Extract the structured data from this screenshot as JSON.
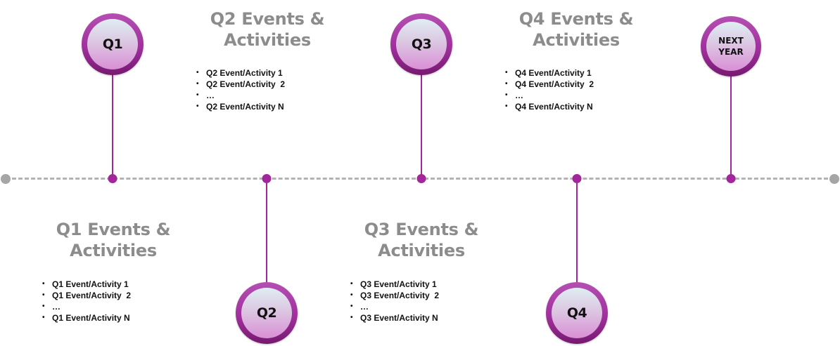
{
  "timeline": {
    "milestones": [
      {
        "id": "q1",
        "label": "Q1",
        "position": "above"
      },
      {
        "id": "q2",
        "label": "Q2",
        "position": "below"
      },
      {
        "id": "q3",
        "label": "Q3",
        "position": "above"
      },
      {
        "id": "q4",
        "label": "Q4",
        "position": "below"
      },
      {
        "id": "next-year",
        "label_line1": "NEXT",
        "label_line2": "YEAR",
        "position": "above"
      }
    ],
    "sections": {
      "q1": {
        "heading_line1": "Q1 Events &",
        "heading_line2": "Activities",
        "items": [
          "Q1 Event/Activity 1",
          "Q1 Event/Activity  2",
          "…",
          "Q1 Event/Activity N"
        ]
      },
      "q2": {
        "heading_line1": "Q2 Events &",
        "heading_line2": "Activities",
        "items": [
          "Q2 Event/Activity 1",
          "Q2 Event/Activity  2",
          "…",
          "Q2 Event/Activity N"
        ]
      },
      "q3": {
        "heading_line1": "Q3 Events &",
        "heading_line2": "Activities",
        "items": [
          "Q3 Event/Activity 1",
          "Q3 Event/Activity  2",
          "…",
          "Q3 Event/Activity N"
        ]
      },
      "q4": {
        "heading_line1": "Q4 Events &",
        "heading_line2": "Activities",
        "items": [
          "Q4 Event/Activity 1",
          "Q4 Event/Activity  2",
          "…",
          "Q4 Event/Activity N"
        ]
      }
    },
    "colors": {
      "accent": "#a1279b",
      "axis": "#b3b3b3",
      "heading": "#8c8c8c"
    }
  }
}
